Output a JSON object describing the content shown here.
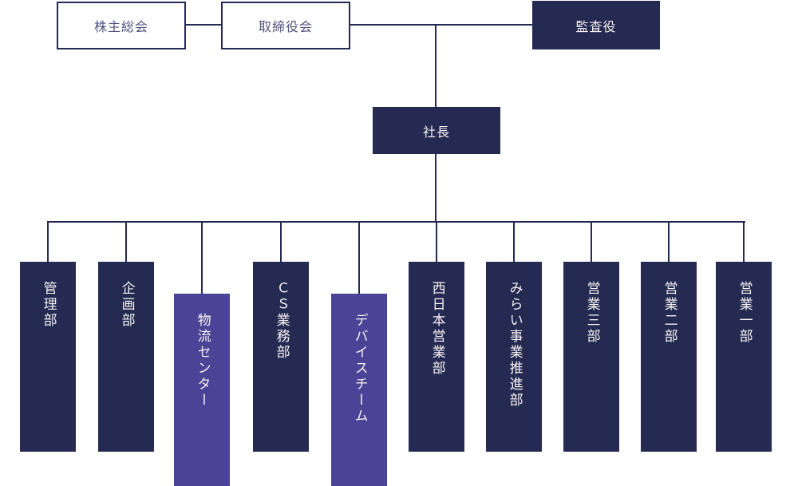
{
  "diagram": {
    "type": "org-chart",
    "top_row": [
      {
        "label": "株主総会",
        "variant": "outline"
      },
      {
        "label": "取締役会",
        "variant": "outline"
      },
      {
        "label": "監査役",
        "variant": "filled"
      }
    ],
    "president": {
      "label": "社長",
      "variant": "filled"
    },
    "departments": [
      {
        "label": "管理部",
        "variant": "navy"
      },
      {
        "label": "企画部",
        "variant": "navy"
      },
      {
        "label": "物流センター",
        "variant": "purple"
      },
      {
        "label": "ＣＳ業務部",
        "variant": "navy"
      },
      {
        "label": "デバイスチーム",
        "variant": "purple"
      },
      {
        "label": "西日本営業部",
        "variant": "navy"
      },
      {
        "label": "みらい事業推進部",
        "variant": "navy"
      },
      {
        "label": "営業三部",
        "variant": "navy"
      },
      {
        "label": "営業二部",
        "variant": "navy"
      },
      {
        "label": "営業一部",
        "variant": "navy"
      }
    ],
    "colors": {
      "navy": "#242a52",
      "purple": "#4a4396",
      "outline_text": "#53537f",
      "line": "#242a52",
      "filled_text": "#f8f2f2",
      "background": "#ffffff"
    }
  }
}
